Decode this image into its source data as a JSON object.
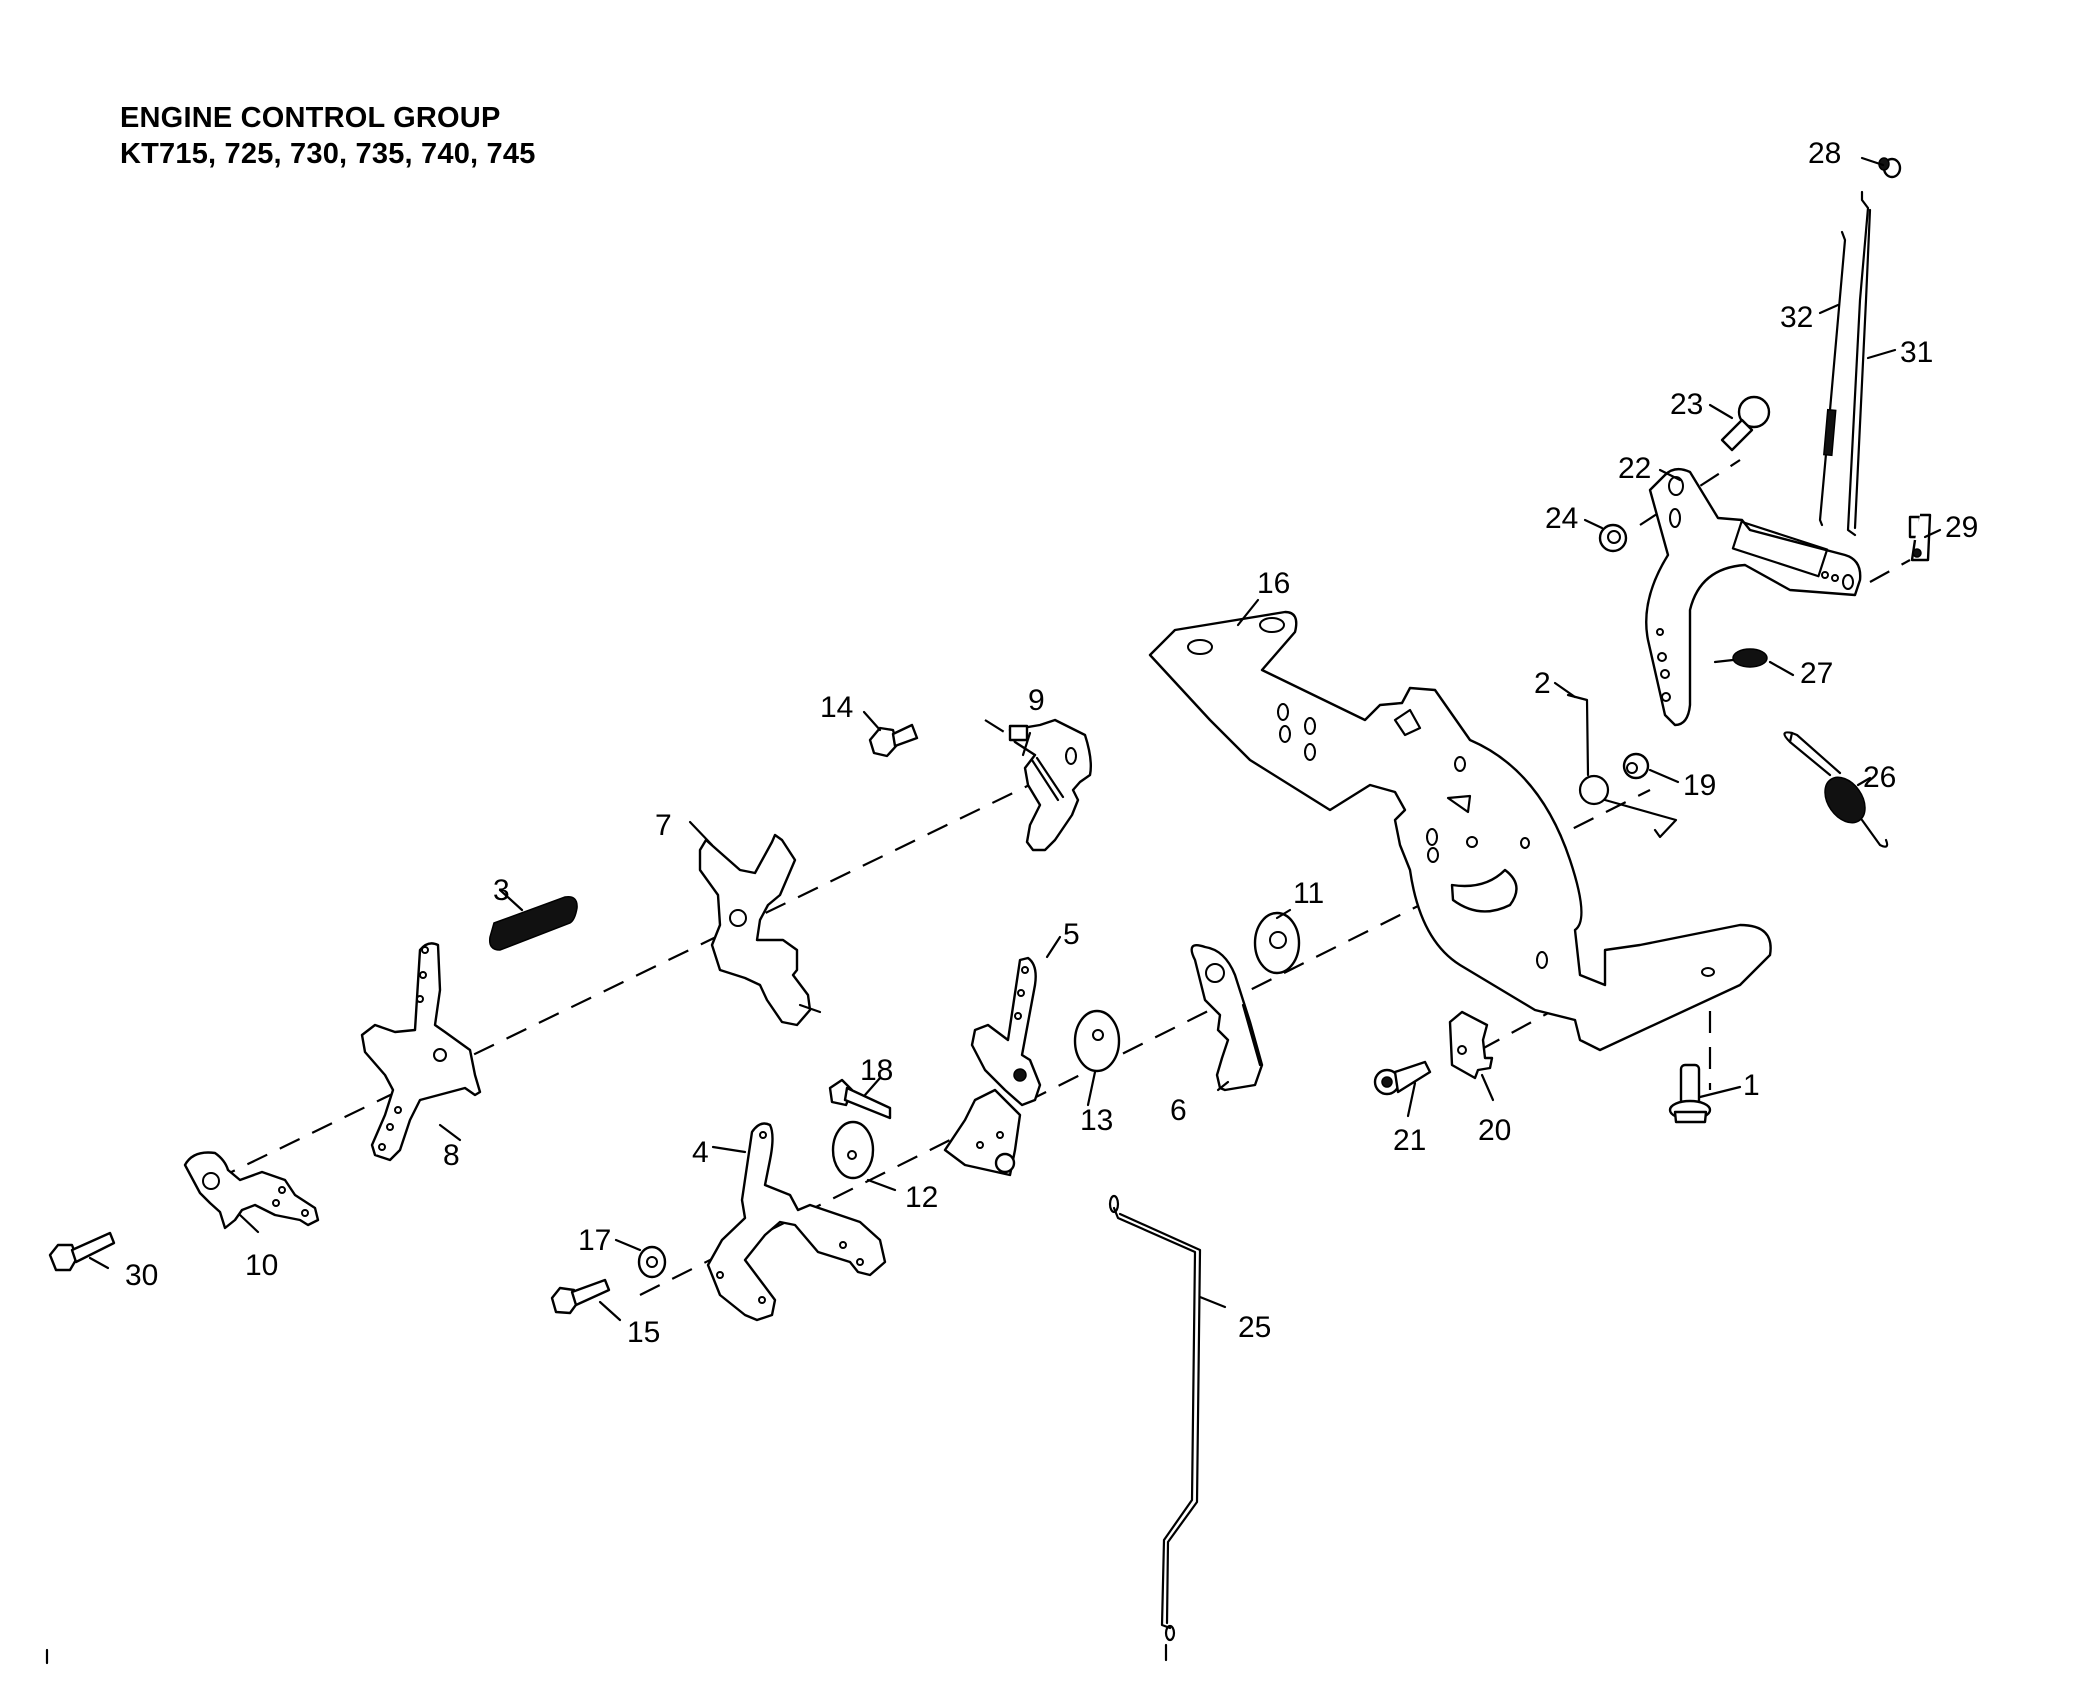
{
  "header": {
    "title_line1": "ENGINE CONTROL GROUP",
    "title_line2": "KT715, 725, 730, 735, 740, 745"
  },
  "parts": [
    {
      "id": "1",
      "name": "bolt"
    },
    {
      "id": "2",
      "name": "wire-spring"
    },
    {
      "id": "3",
      "name": "spring"
    },
    {
      "id": "4",
      "name": "lever"
    },
    {
      "id": "5",
      "name": "lever"
    },
    {
      "id": "6",
      "name": "lever"
    },
    {
      "id": "7",
      "name": "lever"
    },
    {
      "id": "8",
      "name": "lever"
    },
    {
      "id": "9",
      "name": "lever"
    },
    {
      "id": "10",
      "name": "lever"
    },
    {
      "id": "11",
      "name": "washer"
    },
    {
      "id": "12",
      "name": "washer"
    },
    {
      "id": "13",
      "name": "washer"
    },
    {
      "id": "14",
      "name": "bolt"
    },
    {
      "id": "15",
      "name": "bolt"
    },
    {
      "id": "16",
      "name": "bracket"
    },
    {
      "id": "17",
      "name": "washer"
    },
    {
      "id": "18",
      "name": "bolt"
    },
    {
      "id": "19",
      "name": "nut"
    },
    {
      "id": "20",
      "name": "clip"
    },
    {
      "id": "21",
      "name": "screw"
    },
    {
      "id": "22",
      "name": "lever"
    },
    {
      "id": "23",
      "name": "knob"
    },
    {
      "id": "24",
      "name": "nut"
    },
    {
      "id": "25",
      "name": "rod"
    },
    {
      "id": "26",
      "name": "spring"
    },
    {
      "id": "27",
      "name": "spring"
    },
    {
      "id": "28",
      "name": "screw"
    },
    {
      "id": "29",
      "name": "clip"
    },
    {
      "id": "30",
      "name": "bolt"
    },
    {
      "id": "31",
      "name": "rod"
    },
    {
      "id": "32",
      "name": "spring-rod"
    }
  ]
}
